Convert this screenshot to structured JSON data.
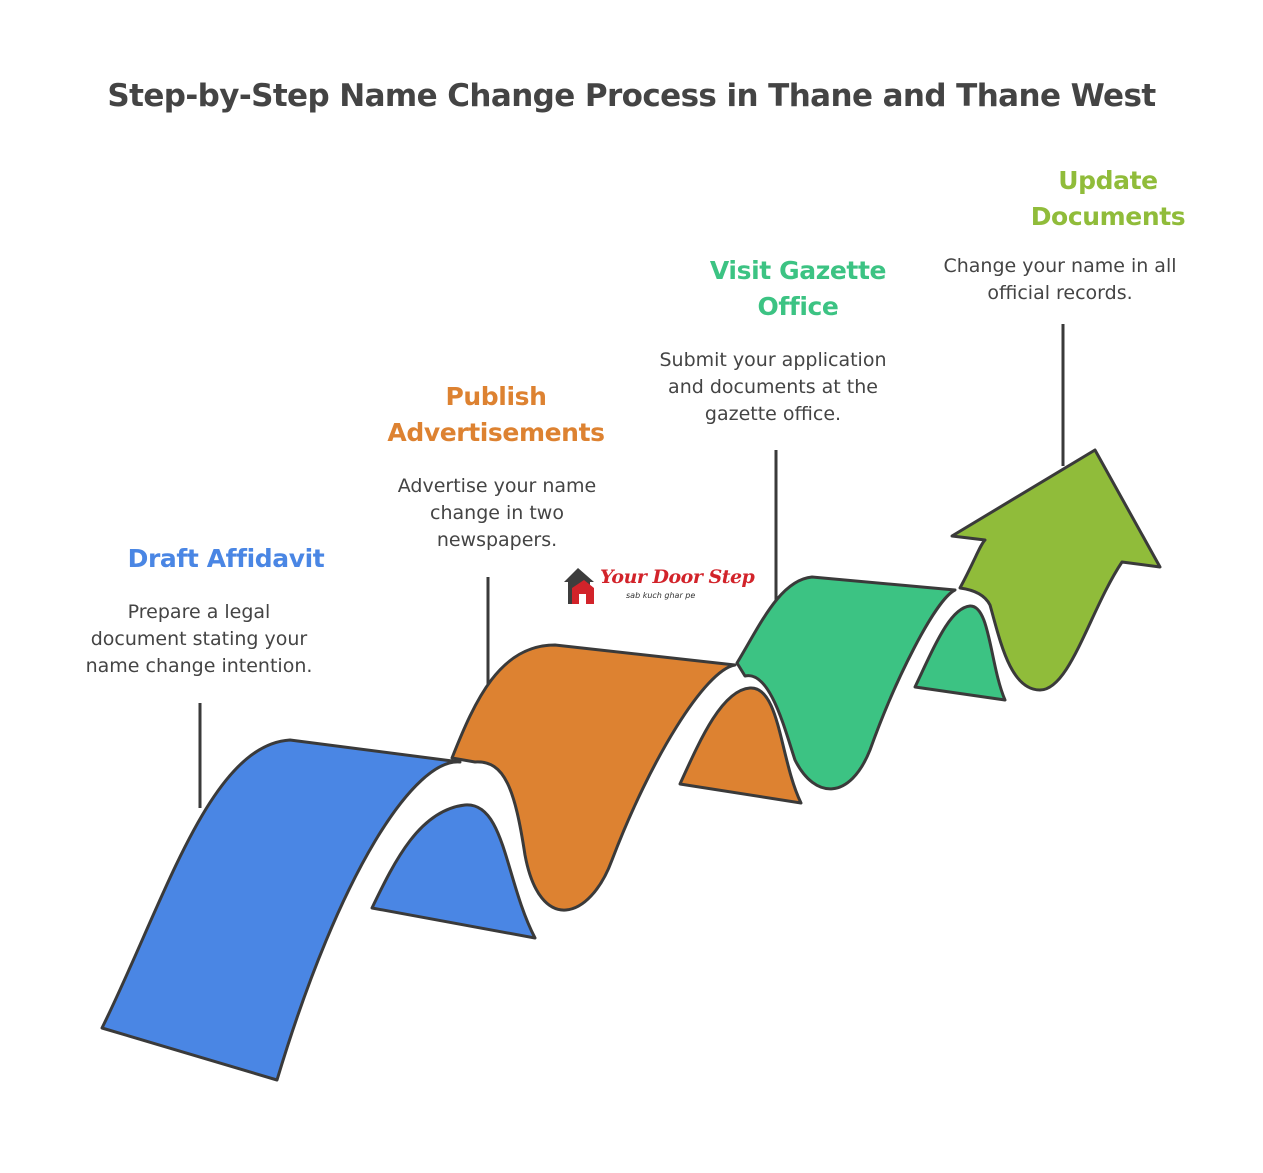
{
  "title": "Step-by-Step Name Change Process in Thane and Thane West",
  "logo": {
    "name": "Your Door Step",
    "tagline": "sab kuch ghar pe"
  },
  "colors": {
    "step1": "#4a86e4",
    "step2": "#dd8231",
    "step3": "#3cc383",
    "step4": "#90bc3a",
    "outline": "#3a3a3a",
    "text": "#444444"
  },
  "steps": [
    {
      "title": "Draft Affidavit",
      "description_lines": [
        "Prepare a legal",
        "document stating your",
        "name change intention."
      ]
    },
    {
      "title_lines": [
        "Publish",
        "Advertisements"
      ],
      "description_lines": [
        "Advertise your name",
        "change in two",
        "newspapers."
      ]
    },
    {
      "title_lines": [
        "Visit Gazette",
        "Office"
      ],
      "description_lines": [
        "Submit your application",
        "and documents at the",
        "gazette office."
      ]
    },
    {
      "title_lines": [
        "Update",
        "Documents"
      ],
      "description_lines": [
        "Change your name in all",
        "official records."
      ]
    }
  ]
}
